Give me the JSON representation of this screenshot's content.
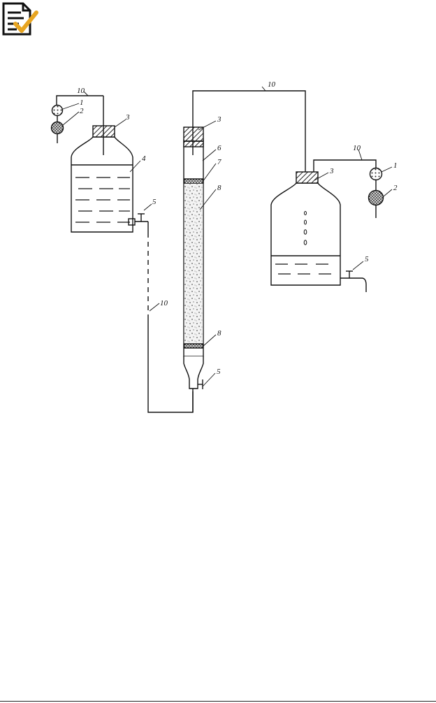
{
  "header": {
    "icon": "document-check-icon",
    "icon_color": "#e8a521"
  },
  "diagram": {
    "labels": {
      "l1_left": "1",
      "l2_left": "2",
      "l3_left": "3",
      "l4": "4",
      "l5_left": "5",
      "l10_top_left": "10",
      "l10_mid": "10",
      "l3_col": "3",
      "l6": "6",
      "l7": "7",
      "l8_top": "8",
      "l8_bottom": "8",
      "l5_col": "5",
      "l10_top": "10",
      "l3_right": "3",
      "l10_right": "10",
      "l1_right": "1",
      "l2_right": "2",
      "l5_right": "5"
    }
  }
}
